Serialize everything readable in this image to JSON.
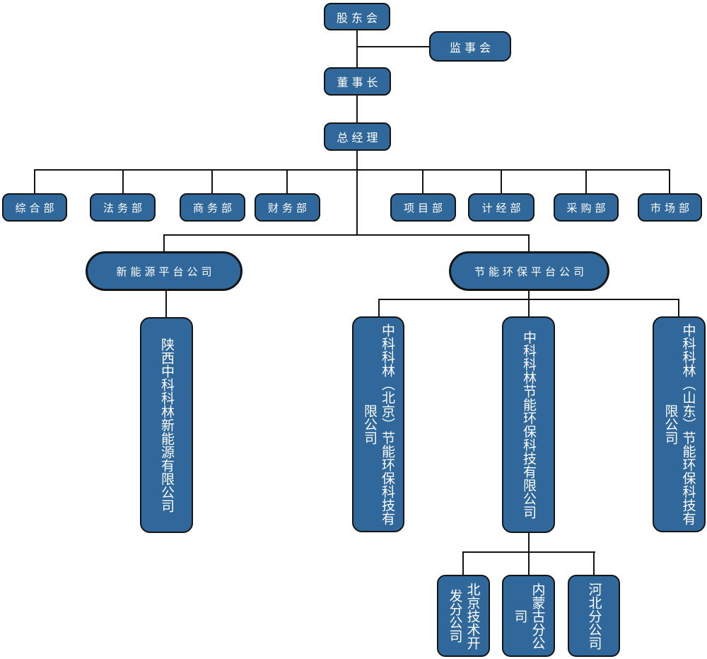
{
  "colors": {
    "node_fill": "#31689B",
    "node_border": "#141414",
    "connector": "#141414",
    "node_text": "#FFFFFF",
    "background": "#FFFFFF"
  },
  "top": {
    "shareholders": "股东会",
    "supervisory_board": "监事会",
    "chairman": "董事长",
    "general_manager": "总经理"
  },
  "departments": [
    "综合部",
    "法务部",
    "商务部",
    "财务部",
    "项目部",
    "计经部",
    "采购部",
    "市场部"
  ],
  "platforms": {
    "new_energy": {
      "label": "新能源平台公司",
      "subsidiaries": [
        "陕西中科科林新能源有限公司"
      ]
    },
    "energy_env": {
      "label": "节能环保平台公司",
      "subsidiaries": [
        "中科科林（北京）节能环保科技有限公司",
        "中科科林节能环保科技有限公司",
        "中科科林（山东）节能环保科技有限公司"
      ]
    }
  },
  "branches": [
    "北京技术开发分公司",
    "内蒙古分公司",
    "河北分公司"
  ]
}
